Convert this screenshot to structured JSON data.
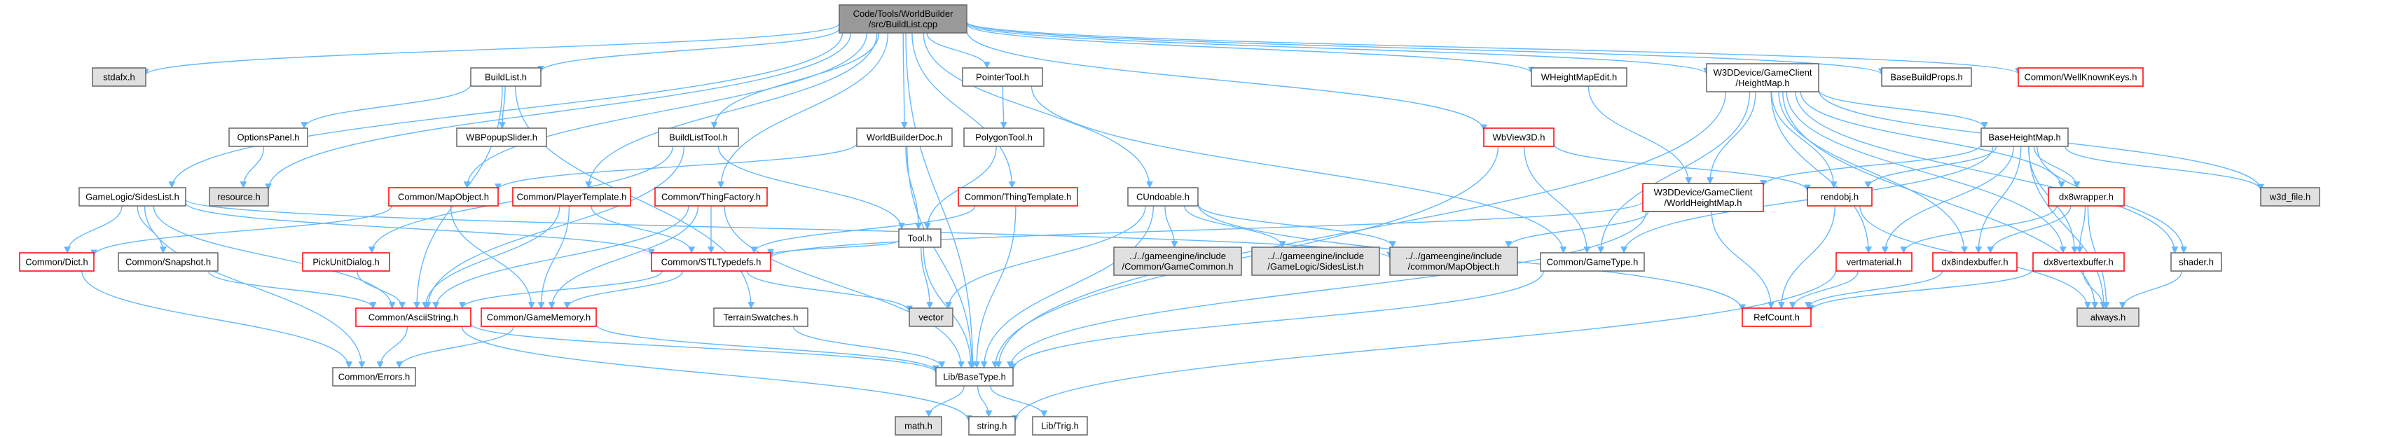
{
  "colors": {
    "edge": "#63b8ff",
    "default_border": "#666666",
    "missing_border": "#ff0000",
    "external_fill": "#e0e0e0",
    "root_fill": "#999999"
  },
  "nodes": {
    "buildlist_cpp": {
      "lines": [
        "Code/Tools/WorldBuilder",
        "/src/BuildList.cpp"
      ],
      "kind": "root"
    },
    "stdafx": {
      "lines": [
        "stdafx.h"
      ],
      "kind": "external"
    },
    "resource": {
      "lines": [
        "resource.h"
      ],
      "kind": "external"
    },
    "gamelogic_sideslist": {
      "lines": [
        "GameLogic/SidesList.h"
      ],
      "kind": "normal"
    },
    "buildlist_h": {
      "lines": [
        "BuildList.h"
      ],
      "kind": "normal"
    },
    "optionspanel": {
      "lines": [
        "OptionsPanel.h"
      ],
      "kind": "normal"
    },
    "wbpopupslider": {
      "lines": [
        "WBPopupSlider.h"
      ],
      "kind": "normal"
    },
    "buildlisttool": {
      "lines": [
        "BuildListTool.h"
      ],
      "kind": "normal"
    },
    "worldbuilderdoc": {
      "lines": [
        "WorldBuilderDoc.h"
      ],
      "kind": "normal"
    },
    "pointertool": {
      "lines": [
        "PointerTool.h"
      ],
      "kind": "normal"
    },
    "polygontool": {
      "lines": [
        "PolygonTool.h"
      ],
      "kind": "normal"
    },
    "tool": {
      "lines": [
        "Tool.h"
      ],
      "kind": "normal"
    },
    "cundoable": {
      "lines": [
        "CUndoable.h"
      ],
      "kind": "normal"
    },
    "wheightmapedit": {
      "lines": [
        "WHeightMapEdit.h"
      ],
      "kind": "normal"
    },
    "wbview3d": {
      "lines": [
        "WbView3D.h"
      ],
      "kind": "missing"
    },
    "w3d_heightmap": {
      "lines": [
        "W3DDevice/GameClient",
        "/HeightMap.h"
      ],
      "kind": "normal"
    },
    "basebuildprops": {
      "lines": [
        "BaseBuildProps.h"
      ],
      "kind": "normal"
    },
    "common_wellknownkeys": {
      "lines": [
        "Common/WellKnownKeys.h"
      ],
      "kind": "missing"
    },
    "baseheightmap": {
      "lines": [
        "BaseHeightMap.h"
      ],
      "kind": "normal"
    },
    "w3d_file": {
      "lines": [
        "w3d_file.h"
      ],
      "kind": "external"
    },
    "common_mapobject": {
      "lines": [
        "Common/MapObject.h"
      ],
      "kind": "missing"
    },
    "common_playertemplate": {
      "lines": [
        "Common/PlayerTemplate.h"
      ],
      "kind": "missing"
    },
    "common_thingfactory": {
      "lines": [
        "Common/ThingFactory.h"
      ],
      "kind": "missing"
    },
    "common_thingtemplate": {
      "lines": [
        "Common/ThingTemplate.h"
      ],
      "kind": "missing"
    },
    "pickunitdialog": {
      "lines": [
        "PickUnitDialog.h"
      ],
      "kind": "missing"
    },
    "w3d_worldheightmap": {
      "lines": [
        "W3DDevice/GameClient",
        "/WorldHeightMap.h"
      ],
      "kind": "missing"
    },
    "rendobj": {
      "lines": [
        "rendobj.h"
      ],
      "kind": "missing"
    },
    "dx8wrapper": {
      "lines": [
        "dx8wrapper.h"
      ],
      "kind": "missing"
    },
    "common_dict": {
      "lines": [
        "Common/Dict.h"
      ],
      "kind": "missing"
    },
    "common_snapshot": {
      "lines": [
        "Common/Snapshot.h"
      ],
      "kind": "normal"
    },
    "common_stltypedefs": {
      "lines": [
        "Common/STLTypedefs.h"
      ],
      "kind": "missing"
    },
    "gameengine_gamecommon": {
      "lines": [
        "../../gameengine/include",
        "/Common/GameCommon.h"
      ],
      "kind": "external"
    },
    "gameengine_sideslist": {
      "lines": [
        "../../gameengine/include",
        "/GameLogic/SidesList.h"
      ],
      "kind": "external"
    },
    "gameengine_mapobject": {
      "lines": [
        "../../gameengine/include",
        "/common/MapObject.h"
      ],
      "kind": "external"
    },
    "common_gametype": {
      "lines": [
        "Common/GameType.h"
      ],
      "kind": "normal"
    },
    "vertmaterial": {
      "lines": [
        "vertmaterial.h"
      ],
      "kind": "missing"
    },
    "dx8indexbuffer": {
      "lines": [
        "dx8indexbuffer.h"
      ],
      "kind": "missing"
    },
    "dx8vertexbuffer": {
      "lines": [
        "dx8vertexbuffer.h"
      ],
      "kind": "missing"
    },
    "shader": {
      "lines": [
        "shader.h"
      ],
      "kind": "normal"
    },
    "vector": {
      "lines": [
        "vector"
      ],
      "kind": "external"
    },
    "terrainswatches": {
      "lines": [
        "TerrainSwatches.h"
      ],
      "kind": "normal"
    },
    "common_asciistring": {
      "lines": [
        "Common/AsciiString.h"
      ],
      "kind": "missing"
    },
    "common_gamememory": {
      "lines": [
        "Common/GameMemory.h"
      ],
      "kind": "missing"
    },
    "refcount": {
      "lines": [
        "RefCount.h"
      ],
      "kind": "missing"
    },
    "always": {
      "lines": [
        "always.h"
      ],
      "kind": "external"
    },
    "common_errors": {
      "lines": [
        "Common/Errors.h"
      ],
      "kind": "normal"
    },
    "lib_basetype": {
      "lines": [
        "Lib/BaseType.h"
      ],
      "kind": "normal"
    },
    "math": {
      "lines": [
        "math.h"
      ],
      "kind": "external"
    },
    "string": {
      "lines": [
        "string.h"
      ],
      "kind": "normal"
    },
    "lib_trig": {
      "lines": [
        "Lib/Trig.h"
      ],
      "kind": "normal"
    }
  }
}
